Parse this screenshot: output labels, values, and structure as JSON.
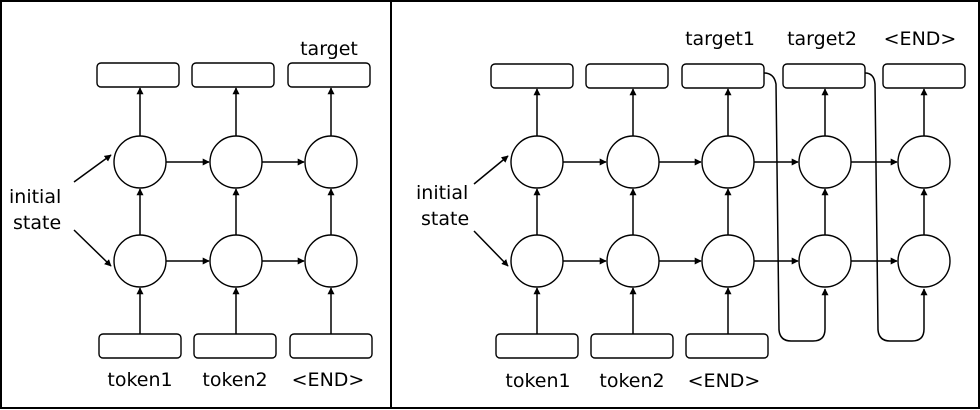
{
  "left_panel": {
    "initial_state_line1": "initial",
    "initial_state_line2": "state",
    "inputs": [
      "token1",
      "token2",
      "<END>"
    ],
    "output_label": "target"
  },
  "right_panel": {
    "initial_state_line1": "initial",
    "initial_state_line2": "state",
    "inputs": [
      "token1",
      "token2",
      "<END>"
    ],
    "outputs": [
      "target1",
      "target2",
      "<END>"
    ]
  }
}
